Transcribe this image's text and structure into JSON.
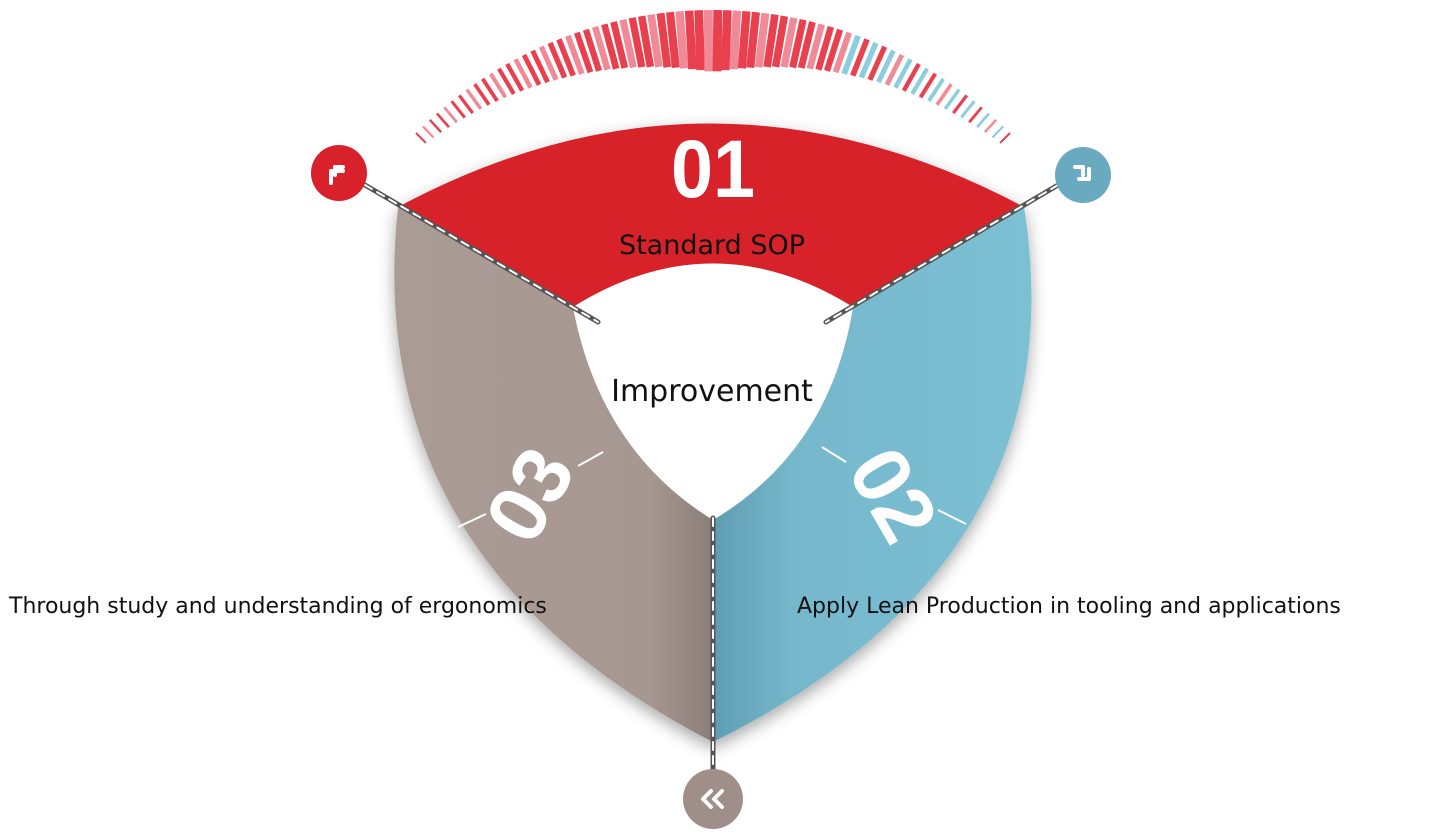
{
  "center": {
    "label": "Improvement"
  },
  "segments": [
    {
      "number": "01",
      "title": "Standard SOP",
      "color": "#d8212a",
      "icon": "double-chevron-up-left-icon",
      "icon_color": "#d8212a"
    },
    {
      "number": "02",
      "caption": "Apply Lean Production in tooling and applications",
      "color": "#76b7cc",
      "icon": "double-chevron-down-right-icon",
      "icon_color": "#6aaac0"
    },
    {
      "number": "03",
      "caption": "Through study and understanding of ergonomics",
      "color": "#a69891",
      "icon": "double-chevron-left-icon",
      "icon_color": "#a08f88"
    }
  ],
  "colors": {
    "stripe_red": "#e8404f",
    "stripe_pink": "#f08a96",
    "stripe_gray": "#c4bbb6",
    "stripe_blue": "#8ccde0",
    "background": "#ffffff"
  }
}
